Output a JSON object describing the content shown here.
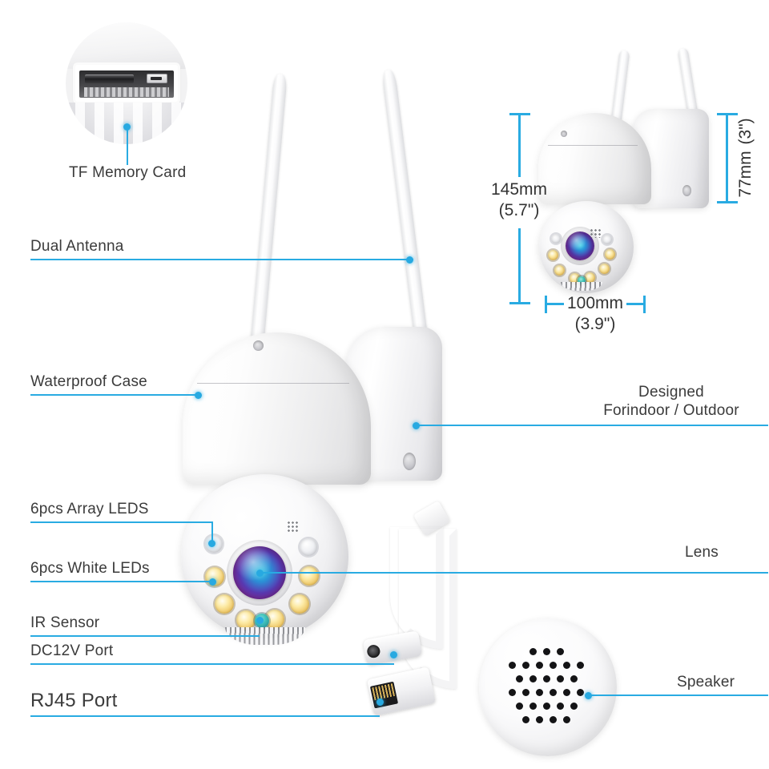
{
  "diagram": {
    "title": "Outdoor PTZ Security Camera Feature Callouts",
    "accent_color": "#29abe2",
    "text_color": "#3b3b3b",
    "background_color": "#ffffff"
  },
  "callouts": [
    {
      "id": "tf-memory-card",
      "label": "TF Memory Card"
    },
    {
      "id": "dual-antenna",
      "label": "Dual Antenna"
    },
    {
      "id": "waterproof-case",
      "label": "Waterproof Case"
    },
    {
      "id": "array-leds",
      "label": "6pcs Array LEDS"
    },
    {
      "id": "white-leds",
      "label": "6pcs White LEDs"
    },
    {
      "id": "ir-sensor",
      "label": "IR Sensor"
    },
    {
      "id": "dc12v-port",
      "label": "DC12V Port"
    },
    {
      "id": "rj45-port",
      "label": "RJ45 Port"
    },
    {
      "id": "designed-for",
      "label_line1": "Designed",
      "label_line2": "Forindoor / Outdoor"
    },
    {
      "id": "lens",
      "label": "Lens"
    },
    {
      "id": "speaker",
      "label": "Speaker"
    }
  ],
  "dimensions": {
    "height": {
      "mm": "145mm",
      "inch": "(5.7\")"
    },
    "width": {
      "mm": "100mm",
      "inch": "(3.9\")"
    },
    "depth": {
      "mm": "77mm",
      "inch": "(3\")"
    }
  }
}
